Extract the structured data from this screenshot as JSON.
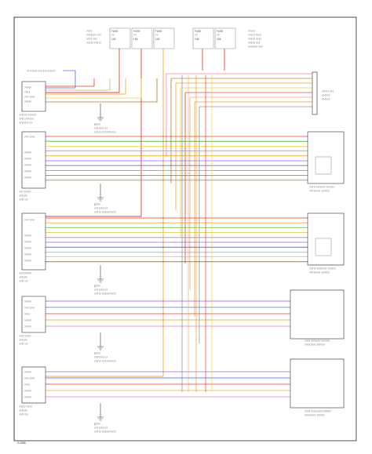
{
  "footer_code": "G-0588",
  "ground_caption": [
    "G???",
    "??????? ??",
    "????? ??????????"
  ],
  "top_fuses": [
    {
      "id": "fuse-1",
      "lines": [
        "FUSE",
        "??",
        "10A"
      ]
    },
    {
      "id": "fuse-2",
      "lines": [
        "FUSE",
        "??",
        "10A"
      ]
    },
    {
      "id": "fuse-3",
      "lines": [
        "FUSE",
        "??",
        "10A"
      ]
    },
    {
      "id": "fuse-4",
      "lines": [
        "FUSE",
        "??",
        "10A"
      ]
    },
    {
      "id": "fuse-5",
      "lines": [
        "FUSE",
        "??",
        "10A"
      ]
    }
  ],
  "top_left_note": [
    "????",
    "??????? ???",
    "???? ???",
    "????? ?????"
  ],
  "top_right_note": [
    "?????",
    "???? ?????",
    "????? ????",
    "????? ???",
    "??????? ???"
  ],
  "lin_bus_label": "?? ????? ??? ?????????",
  "modules": [
    {
      "id": "module-1",
      "label": [
        "?????? ??????",
        "???? ??????",
        "??????? ??"
      ],
      "pins": [
        "?????",
        "????",
        "??? ????",
        "?????"
      ]
    },
    {
      "id": "module-2",
      "label": [
        "??? ?????",
        "??????",
        "???? ??"
      ],
      "pins": [
        "??? ????",
        "?????",
        "?????",
        "?????",
        "?????",
        "?????"
      ]
    },
    {
      "id": "module-3",
      "label": [
        "?????????",
        "??????",
        "???? ??"
      ],
      "pins": [
        "??? ????",
        "?????",
        "?????",
        "?????",
        "?????",
        "?????"
      ]
    },
    {
      "id": "module-4",
      "label": [
        "???? ????",
        "??????",
        "???? ??"
      ],
      "pins": [
        "?????",
        "??? ????",
        "????",
        "?????",
        "?????"
      ]
    },
    {
      "id": "module-5",
      "label": [
        "????? ????",
        "??????",
        "???? ??"
      ],
      "pins": [
        "?????",
        "??? ????",
        "????",
        "?????",
        "?????"
      ]
    }
  ],
  "right_components": [
    {
      "id": "mirror-1",
      "label": [
        "????? ???",
        "??????",
        "??????"
      ]
    },
    {
      "id": "mirror-2",
      "label": [
        "???? ??????? ??????",
        "???????? ??????"
      ]
    },
    {
      "id": "mirror-3",
      "label": [
        "????? ??????? ??????",
        "???????? ??????"
      ]
    },
    {
      "id": "mirror-4",
      "label": [
        "???? ??????? ??????",
        "???????? ??????"
      ]
    },
    {
      "id": "mirror-5",
      "label": [
        "????? ??????? ??????",
        "???????? ??????"
      ]
    }
  ],
  "wire_colors": {
    "red": "#e2342b",
    "orange": "#f2a02a",
    "yellow": "#e8d24a",
    "green": "#4fc24a",
    "blue": "#4a62d8",
    "violet": "#9c5ad6",
    "pink": "#ea7aa6",
    "brown": "#b07a3a",
    "tan": "#d9b07a",
    "gray": "#8c8c8c",
    "black": "#222222",
    "white": "#cfcfcf"
  }
}
